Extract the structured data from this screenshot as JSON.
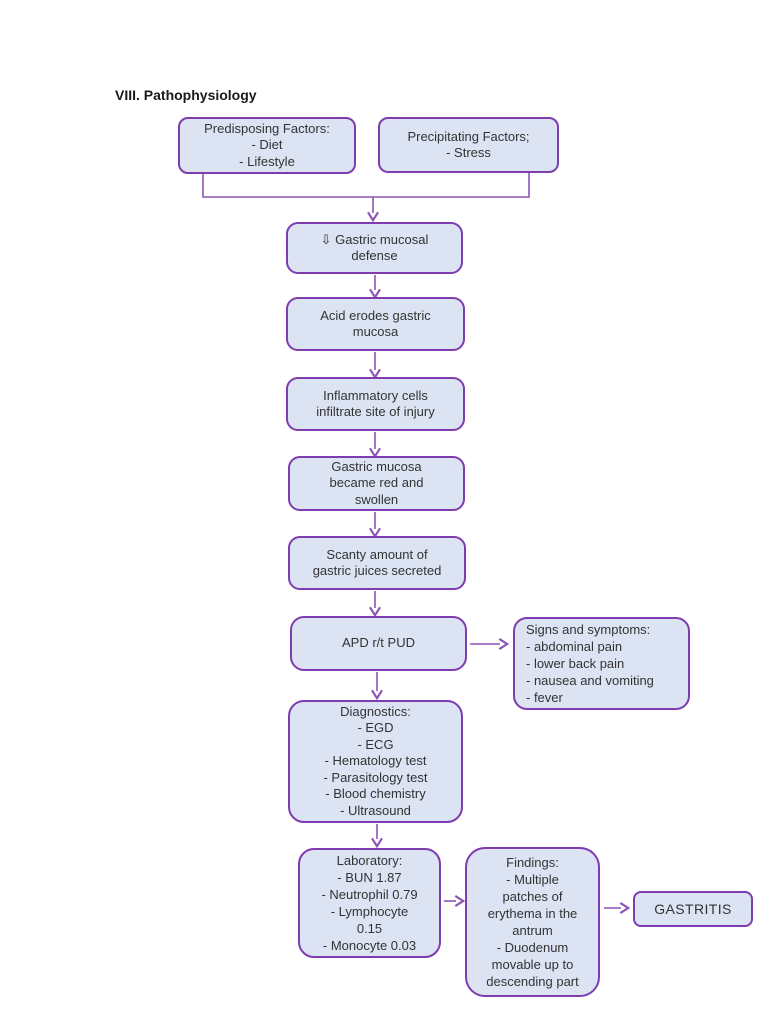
{
  "title": "VIII. Pathophysiology",
  "colors": {
    "box_fill": "#dce3f3",
    "box_border": "#7e3caf",
    "arrow": "#8d55b5",
    "text": "#333333"
  },
  "boxes": {
    "predisposing": {
      "lines": [
        "Predisposing Factors:",
        "- Diet",
        "- Lifestyle"
      ]
    },
    "precipitating": {
      "lines": [
        "Precipitating Factors;",
        "- Stress"
      ]
    },
    "defense": {
      "lines": [
        "⇩ Gastric mucosal",
        "defense"
      ]
    },
    "acid": {
      "lines": [
        "Acid erodes gastric",
        "mucosa"
      ]
    },
    "inflammatory": {
      "lines": [
        "Inflammatory cells",
        "infiltrate site of injury"
      ]
    },
    "redswollen": {
      "lines": [
        "Gastric mucosa",
        "became red and",
        "swollen"
      ]
    },
    "scanty": {
      "lines": [
        "Scanty amount of",
        "gastric juices secreted"
      ]
    },
    "apd": {
      "lines": [
        "APD r/t PUD"
      ]
    },
    "signs": {
      "lines": [
        "Signs and symptoms:",
        "- abdominal pain",
        "- lower back pain",
        "- nausea and vomiting",
        "- fever"
      ]
    },
    "diagnostics": {
      "lines": [
        "Diagnostics:",
        "- EGD",
        "- ECG",
        "- Hematology test",
        "- Parasitology test",
        "- Blood chemistry",
        "- Ultrasound"
      ]
    },
    "laboratory": {
      "lines": [
        "Laboratory:",
        "- BUN 1.87",
        "- Neutrophil 0.79",
        "- Lymphocyte",
        "0.15",
        "- Monocyte 0.03"
      ]
    },
    "findings": {
      "lines": [
        "Findings:",
        "- Multiple",
        "patches of",
        "erythema in the",
        "antrum",
        "- Duodenum",
        "movable up to",
        "descending part"
      ]
    },
    "gastritis": {
      "lines": [
        "GASTRITIS"
      ]
    }
  },
  "connections": [
    {
      "from": "predisposing + precipitating",
      "to": "defense"
    },
    {
      "from": "defense",
      "to": "acid"
    },
    {
      "from": "acid",
      "to": "inflammatory"
    },
    {
      "from": "inflammatory",
      "to": "redswollen"
    },
    {
      "from": "redswollen",
      "to": "scanty"
    },
    {
      "from": "scanty",
      "to": "apd"
    },
    {
      "from": "apd",
      "to": "signs"
    },
    {
      "from": "apd",
      "to": "diagnostics"
    },
    {
      "from": "diagnostics",
      "to": "laboratory"
    },
    {
      "from": "laboratory",
      "to": "findings"
    },
    {
      "from": "findings",
      "to": "gastritis"
    }
  ]
}
